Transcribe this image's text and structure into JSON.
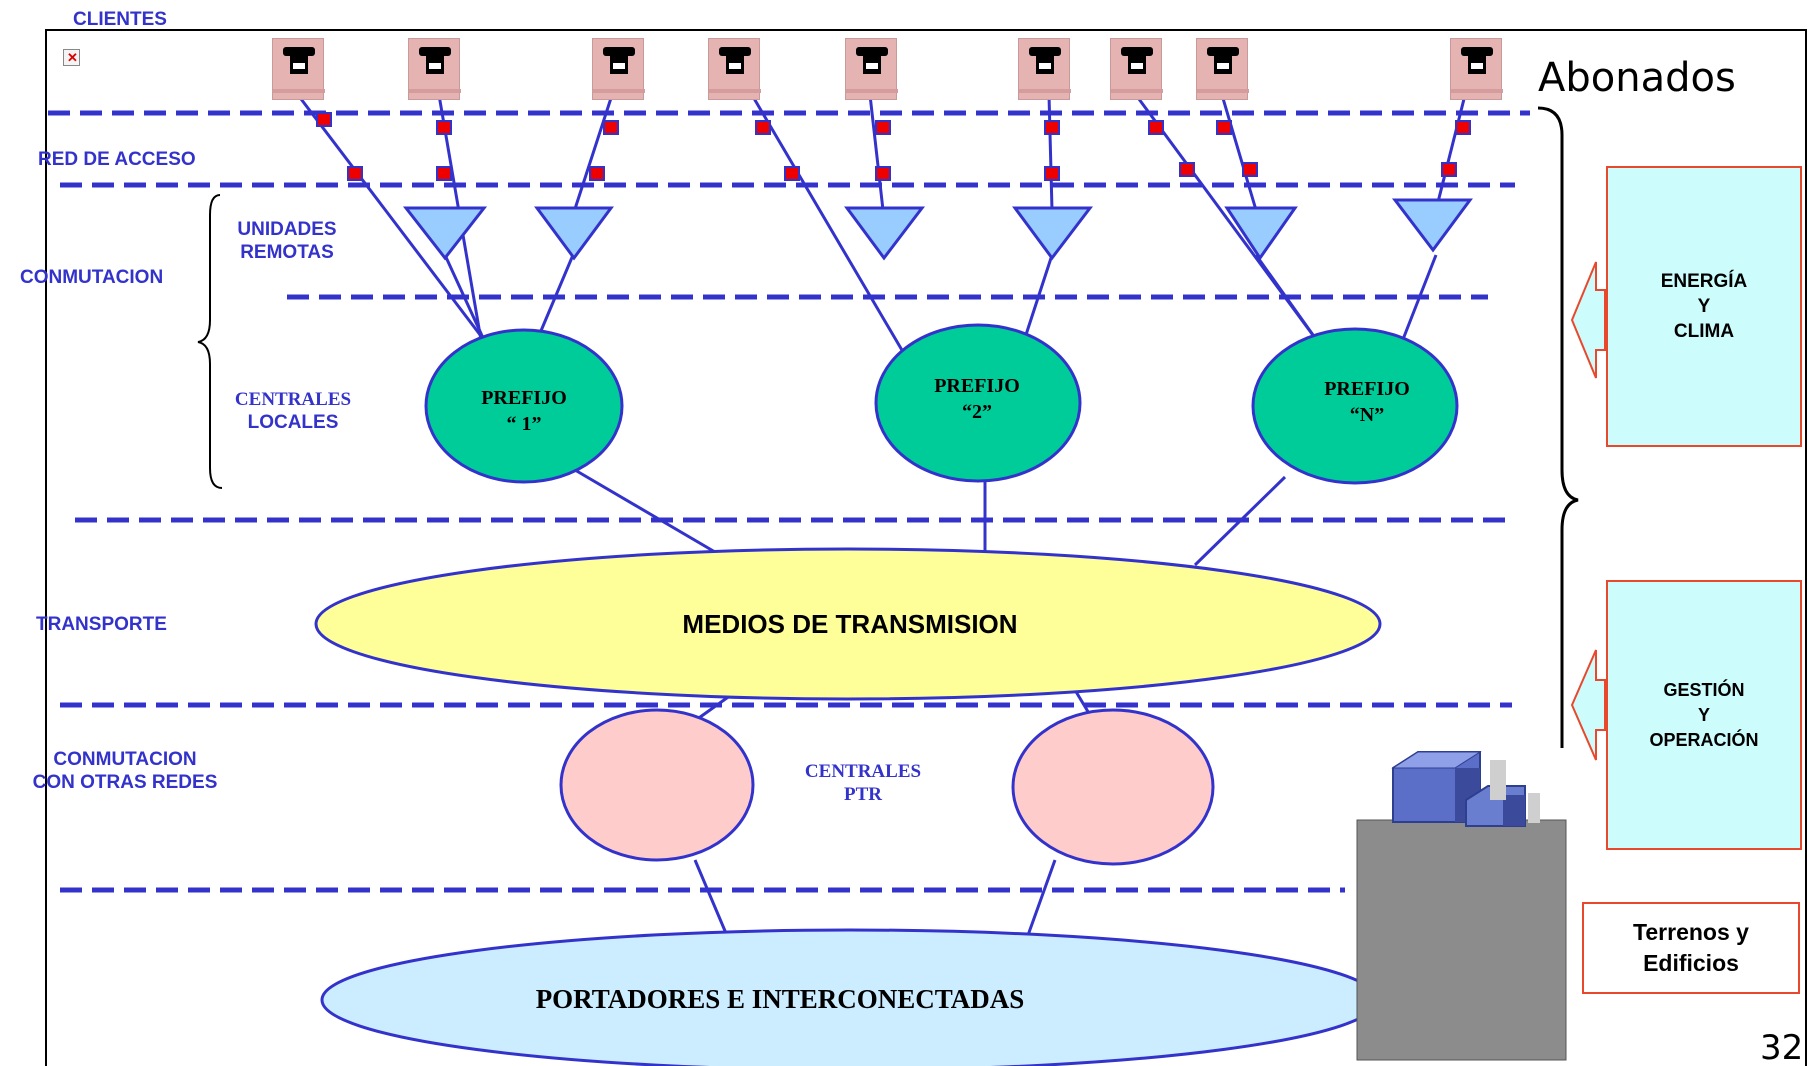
{
  "header": {
    "clientes": "CLIENTES",
    "abonados": "Abonados"
  },
  "layers": {
    "red_acceso": "RED  DE  ACCESO",
    "conmutacion": "CONMUTACION",
    "unidades_remotas": [
      "UNIDADES",
      "REMOTAS"
    ],
    "centrales_locales": [
      "CENTRALES",
      "LOCALES"
    ],
    "transporte": "TRANSPORTE",
    "conmutacion_otras": [
      "CONMUTACION",
      "CON OTRAS REDES"
    ]
  },
  "nodes": {
    "prefijo1": [
      "PREFIJO",
      "“ 1”"
    ],
    "prefijo2": [
      "PREFIJO",
      "“2”"
    ],
    "prefijoN": [
      "PREFIJO",
      "“N”"
    ],
    "medios": "MEDIOS DE TRANSMISION",
    "centrales_ptr": [
      "CENTRALES",
      "PTR"
    ],
    "portadores": "PORTADORES E INTERCONECTADAS"
  },
  "side_boxes": {
    "energia": [
      "ENERGÍA",
      "Y",
      "CLIMA"
    ],
    "gestion": [
      "GESTIÓN",
      "Y",
      "OPERACIÓN"
    ],
    "terrenos": [
      "Terrenos y",
      "Edificios"
    ]
  },
  "page_number": "32",
  "colors": {
    "line": "#3333cc",
    "prefijo": "#00cc99",
    "medios": "#ffff99",
    "ptr": "#ffcccc",
    "portadores": "#ccecff",
    "side_box": "#ccfcfc",
    "side_border": "#e8482c"
  },
  "icons": {
    "phone": "telephone-icon",
    "building": "building-icon",
    "broken": "broken-image-icon"
  }
}
